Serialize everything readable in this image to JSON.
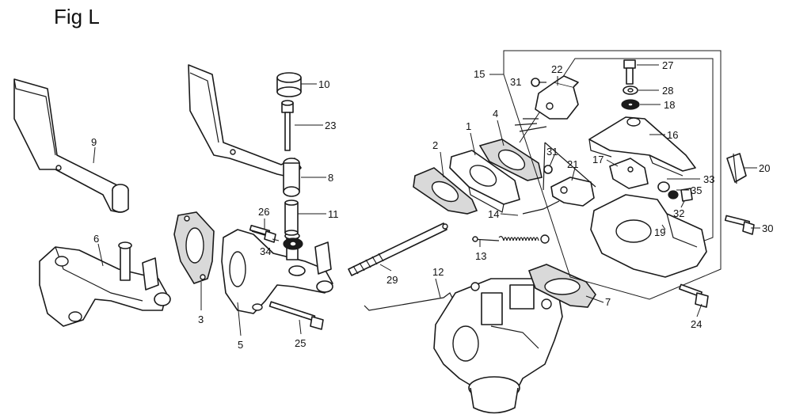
{
  "title": "Fig L",
  "callouts": [
    {
      "id": "1",
      "label": "1"
    },
    {
      "id": "2",
      "label": "2"
    },
    {
      "id": "3",
      "label": "3"
    },
    {
      "id": "4",
      "label": "4"
    },
    {
      "id": "5",
      "label": "5"
    },
    {
      "id": "6",
      "label": "6"
    },
    {
      "id": "7",
      "label": "7"
    },
    {
      "id": "8",
      "label": "8"
    },
    {
      "id": "9",
      "label": "9"
    },
    {
      "id": "10",
      "label": "10"
    },
    {
      "id": "11",
      "label": "11"
    },
    {
      "id": "12",
      "label": "12"
    },
    {
      "id": "13",
      "label": "13"
    },
    {
      "id": "14",
      "label": "14"
    },
    {
      "id": "15",
      "label": "15"
    },
    {
      "id": "16",
      "label": "16"
    },
    {
      "id": "17",
      "label": "17"
    },
    {
      "id": "18",
      "label": "18"
    },
    {
      "id": "19",
      "label": "19"
    },
    {
      "id": "20",
      "label": "20"
    },
    {
      "id": "21",
      "label": "21"
    },
    {
      "id": "22",
      "label": "22"
    },
    {
      "id": "23",
      "label": "23"
    },
    {
      "id": "24",
      "label": "24"
    },
    {
      "id": "25",
      "label": "25"
    },
    {
      "id": "26",
      "label": "26"
    },
    {
      "id": "27",
      "label": "27"
    },
    {
      "id": "28",
      "label": "28"
    },
    {
      "id": "29",
      "label": "29"
    },
    {
      "id": "30",
      "label": "30"
    },
    {
      "id": "31a",
      "label": "31"
    },
    {
      "id": "31b",
      "label": "31"
    },
    {
      "id": "32",
      "label": "32"
    },
    {
      "id": "33",
      "label": "33"
    },
    {
      "id": "34",
      "label": "34"
    },
    {
      "id": "35",
      "label": "35"
    }
  ]
}
